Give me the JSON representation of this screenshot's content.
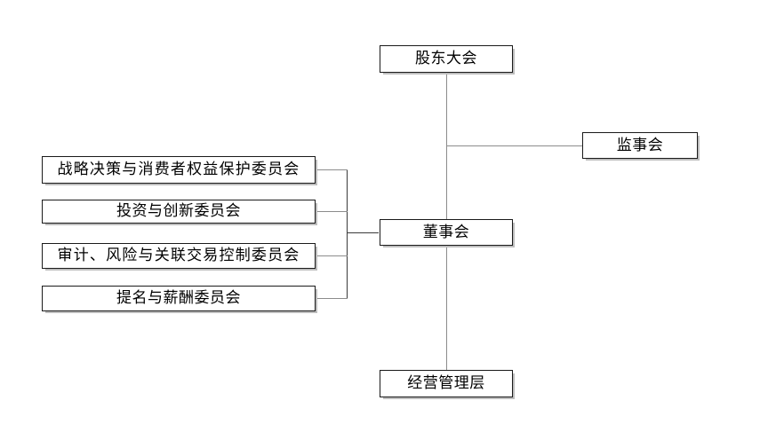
{
  "diagram": {
    "title": "",
    "type": "org-chart",
    "nodes": {
      "shareholders_meeting": "股东大会",
      "supervisory_board": "监事会",
      "board_of_directors": "董事会",
      "management": "经营管理层",
      "committee_strategy": "战略决策与消费者权益保护委员会",
      "committee_investment": "投资与创新委员会",
      "committee_audit": "审计、风险与关联交易控制委员会",
      "committee_nomination": "提名与薪酬委员会"
    },
    "colors": {
      "box_border": "#1a1a1a",
      "box_shadow": "#bdbdbd",
      "connector": "#8c8c8c",
      "connector_dark": "#3a3a3a",
      "background": "#ffffff",
      "text": "#000000"
    }
  }
}
